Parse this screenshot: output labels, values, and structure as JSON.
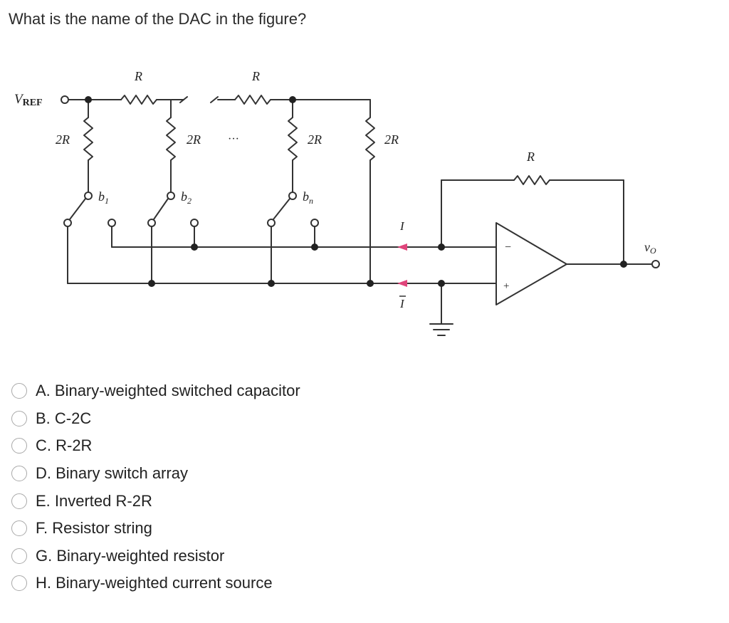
{
  "question": "What is the name of the DAC in the figure?",
  "figure": {
    "vref_main": "V",
    "vref_sub": "REF",
    "series_resistor": "R",
    "shunt_resistor": "2R",
    "feedback_resistor": "R",
    "ellipsis": "···",
    "bit_main": "b",
    "bit1_sub": "1",
    "bit2_sub": "2",
    "bitn_sub": "n",
    "current": "I",
    "current_bar": "I",
    "output_main": "v",
    "output_sub": "O",
    "opamp_minus": "−",
    "opamp_plus": "+",
    "arrow_color": "#e0457b"
  },
  "options": [
    {
      "label": "A. Binary-weighted switched capacitor",
      "selected": false
    },
    {
      "label": "B. C-2C",
      "selected": false
    },
    {
      "label": "C. R-2R",
      "selected": false
    },
    {
      "label": "D. Binary switch array",
      "selected": false
    },
    {
      "label": "E. Inverted R-2R",
      "selected": false
    },
    {
      "label": "F. Resistor string",
      "selected": false
    },
    {
      "label": "G. Binary-weighted resistor",
      "selected": false
    },
    {
      "label": "H. Binary-weighted current source",
      "selected": false
    }
  ]
}
